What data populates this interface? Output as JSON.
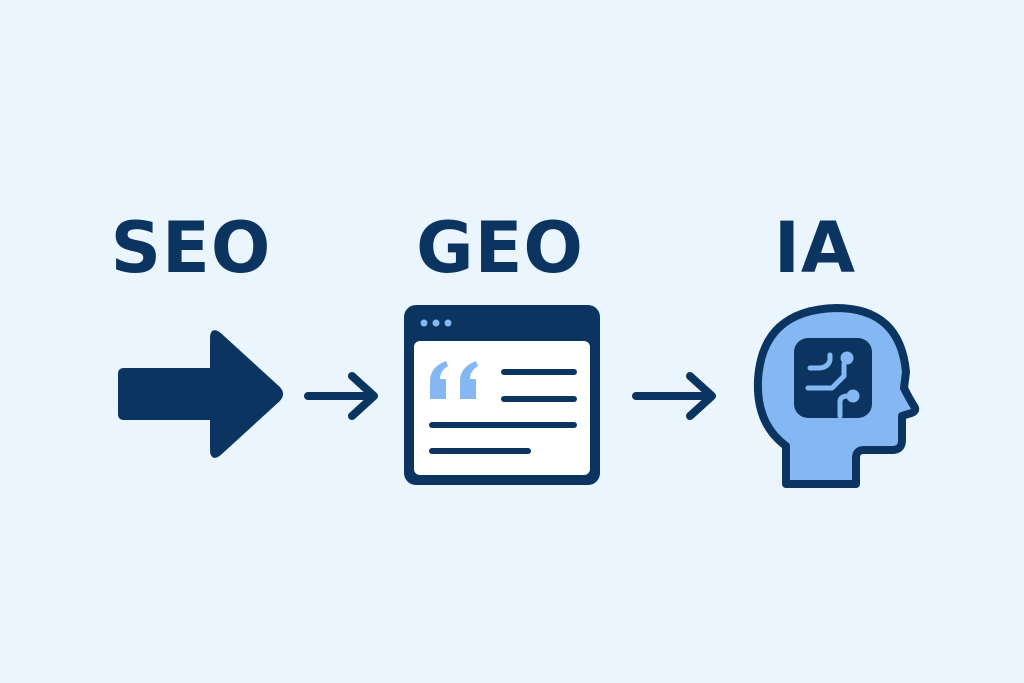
{
  "diagram": {
    "type": "flow",
    "direction": "left-to-right",
    "stages": [
      {
        "id": "seo",
        "label": "SEO",
        "icon": "bold-arrow-right-icon"
      },
      {
        "id": "geo",
        "label": "GEO",
        "icon": "browser-window-quote-icon"
      },
      {
        "id": "ia",
        "label": "IA",
        "icon": "head-with-circuit-chip-icon"
      }
    ],
    "connectors": [
      {
        "from": "seo",
        "to": "geo",
        "icon": "arrow-right-icon"
      },
      {
        "from": "geo",
        "to": "ia",
        "icon": "arrow-right-icon"
      }
    ]
  },
  "colors": {
    "background": "#EAF5FD",
    "primary_navy": "#0B3560",
    "accent_light_blue": "#85B8F2",
    "window_body": "#FFFFFF"
  }
}
